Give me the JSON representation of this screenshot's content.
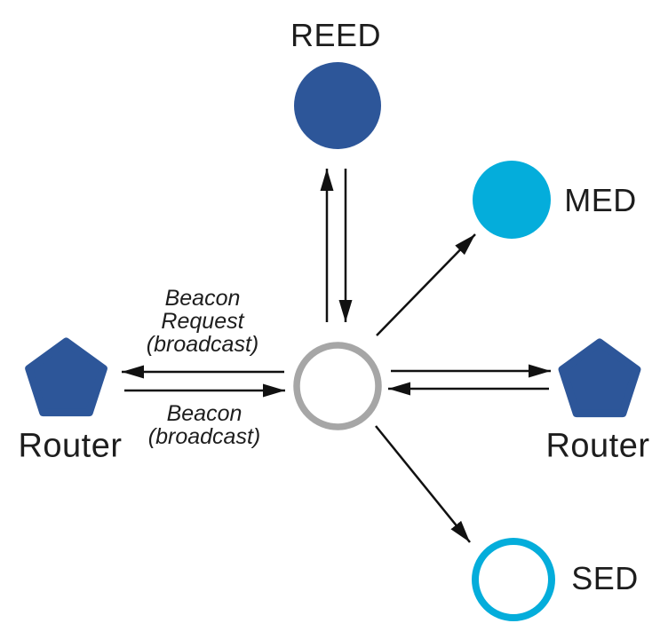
{
  "colors": {
    "node_blue": "#2d5699",
    "node_cyan": "#04addb",
    "ring_gray": "#a6a6a6",
    "arrow_black": "#111111"
  },
  "nodes": {
    "reed": {
      "label": "REED"
    },
    "med": {
      "label": "MED"
    },
    "sed": {
      "label": "SED"
    },
    "router_left": {
      "label": "Router"
    },
    "router_right": {
      "label": "Router"
    }
  },
  "annotations": {
    "beacon_request": {
      "lines": [
        "Beacon",
        "Request",
        "(broadcast)"
      ]
    },
    "beacon": {
      "lines": [
        "Beacon",
        "(broadcast)"
      ]
    }
  }
}
